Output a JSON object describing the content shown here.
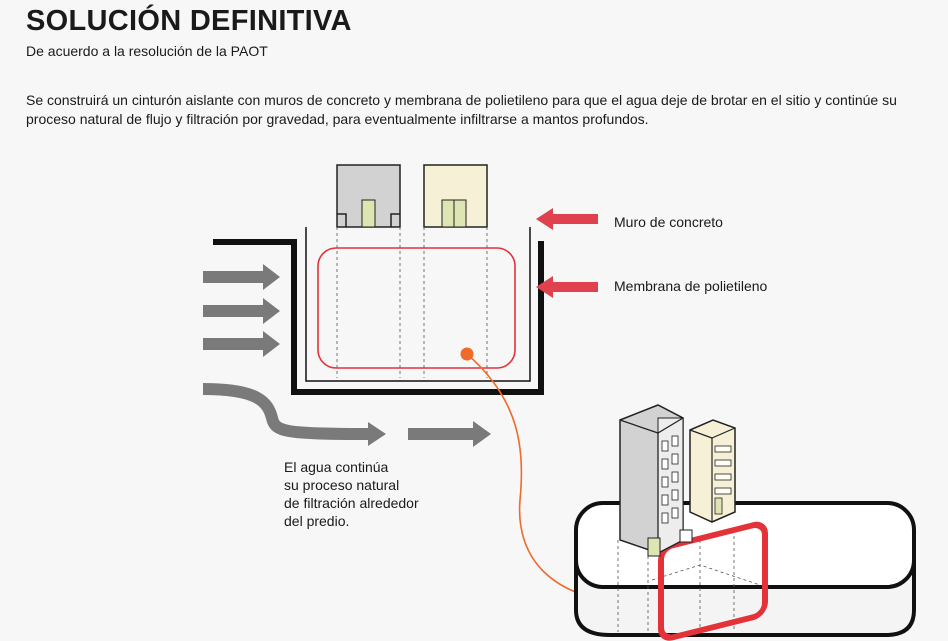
{
  "header": {
    "title": "SOLUCIÓN DEFINITIVA",
    "subtitle": "De acuerdo a la resolución de la PAOT"
  },
  "description": "Se construirá un cinturón aislante con muros de concreto y membrana de polietileno para que el agua deje de brotar en el sitio y continúe su proceso natural de flujo y filtración por gravedad, para eventualmente infiltrarse a mantos profundos.",
  "diagram": {
    "labels": {
      "wall": "Muro de concreto",
      "membrane": "Membrana de polietileno"
    },
    "caption_lines": [
      "El agua continúa",
      "su proceso natural",
      "de filtración alrededor",
      "del predio."
    ],
    "colors": {
      "pointer_arrow": "#e0414f",
      "membrane": "#e3323a",
      "connector": "#f06a2a",
      "water_arrow": "#7a7a7a",
      "wall": "#111111",
      "building_gray": "#d2d2d2",
      "building_cream": "#f6f1d6",
      "window_green": "#dfe5b2"
    },
    "icons": [
      "water-flow-arrow-icon",
      "pointer-arrow-icon",
      "building-icon"
    ]
  }
}
